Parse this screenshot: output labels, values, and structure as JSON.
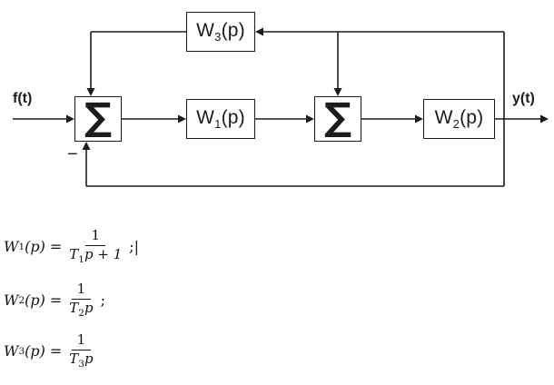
{
  "diagram": {
    "input_label": "f(t)",
    "output_label": "y(t)",
    "minus_label": "−",
    "sum1": "∑",
    "sum2": "∑",
    "w1": {
      "base": "W",
      "sub": "1",
      "rest": "(p)"
    },
    "w2": {
      "base": "W",
      "sub": "2",
      "rest": "(p)"
    },
    "w3": {
      "base": "W",
      "sub": "3",
      "rest": "(p)"
    }
  },
  "equations": [
    {
      "lhs_base": "W",
      "lhs_sub": "1",
      "lhs_rest": "(p)",
      "eq": "=",
      "num": "1",
      "den_pre": "T",
      "den_sub": "1",
      "den_post": "p + 1",
      "tail": ";|"
    },
    {
      "lhs_base": "W",
      "lhs_sub": "2",
      "lhs_rest": "(p)",
      "eq": "=",
      "num": "1",
      "den_pre": "T",
      "den_sub": "2",
      "den_post": "p",
      "tail": ";"
    },
    {
      "lhs_base": "W",
      "lhs_sub": "3",
      "lhs_rest": "(p)",
      "eq": "=",
      "num": "1",
      "den_pre": "T",
      "den_sub": "3",
      "den_post": "p",
      "tail": ""
    }
  ]
}
